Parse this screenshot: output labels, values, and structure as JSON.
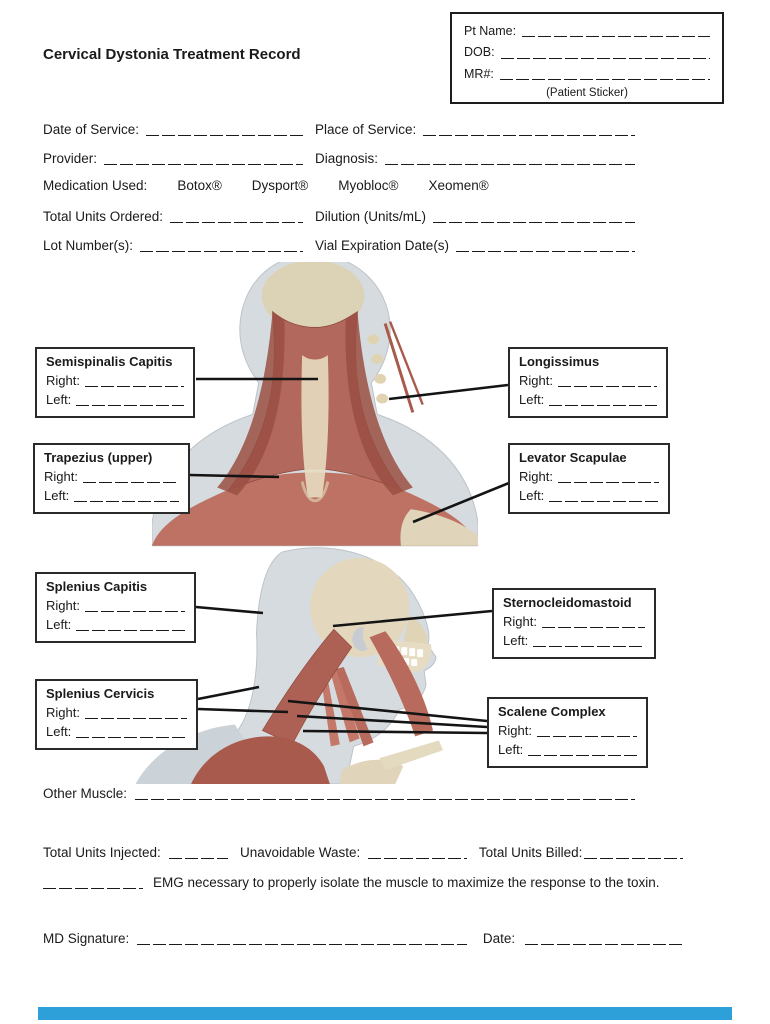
{
  "header": {
    "title": "Cervical Dystonia Treatment Record",
    "sticker": {
      "pt_name_label": "Pt Name:",
      "dob_label": "DOB:",
      "mr_label": "MR#:",
      "caption": "(Patient Sticker)"
    }
  },
  "form": {
    "date_of_service_label": "Date of Service:",
    "place_of_service_label": "Place of Service:",
    "provider_label": "Provider:",
    "diagnosis_label": "Diagnosis:",
    "medication_used_label": "Medication Used:",
    "medications": [
      "Botox®",
      "Dysport®",
      "Myobloc®",
      "Xeomen®"
    ],
    "total_units_ordered_label": "Total Units Ordered:",
    "dilution_label": "Dilution (Units/mL)",
    "lot_numbers_label": "Lot Number(s):",
    "vial_expiration_label": "Vial Expiration Date(s)"
  },
  "labels": {
    "right": "Right:",
    "left": "Left:"
  },
  "muscles": {
    "semispinalis_capitis": "Semispinalis Capitis",
    "longissimus": "Longissimus",
    "trapezius_upper": "Trapezius (upper)",
    "levator_scapulae": "Levator Scapulae",
    "splenius_capitis": "Splenius Capitis",
    "sternocleidomastoid": "Sternocleidomastoid",
    "splenius_cervicis": "Splenius Cervicis",
    "scalene_complex": "Scalene Complex"
  },
  "footer": {
    "other_muscle_label": "Other Muscle:",
    "total_units_injected_label": "Total Units Injected:",
    "unavoidable_waste_label": "Unavoidable Waste:",
    "total_units_billed_label": "Total Units Billed:",
    "emg_text": "EMG necessary to properly isolate the muscle to maximize the response to the toxin.",
    "md_signature_label": "MD Signature:",
    "date_label": "Date:"
  },
  "colors": {
    "accent_bar": "#2D9FD9",
    "line": "#141414",
    "muscle_red": "#b2685c",
    "muscle_dark": "#9a4f43",
    "bone_beige": "#e2d6bb",
    "skin_grey": "#d6dbdf"
  }
}
